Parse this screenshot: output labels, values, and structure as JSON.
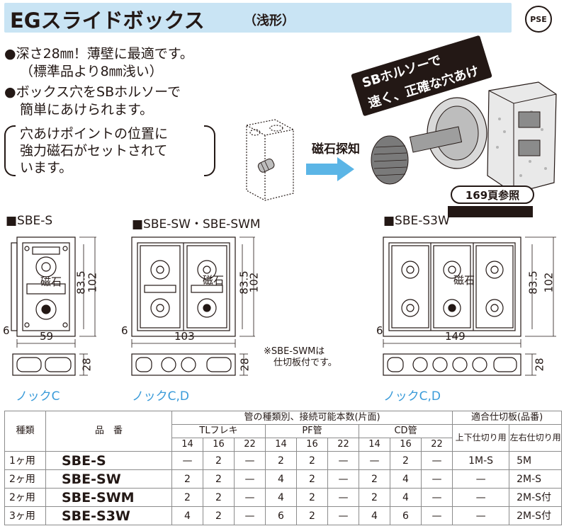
{
  "header": {
    "title": "EGスライドボックス",
    "subtitle": "（浅形）",
    "cert_mark": "PSE"
  },
  "features": [
    "●深さ28㎜！薄壁に最適です。",
    "（標準品より8㎜浅い）",
    "●ボックス穴をSBホルソーで",
    "簡単にあけられます。"
  ],
  "note": [
    "穴あけポイントの位置に",
    "強力磁石がセットされて",
    "います。"
  ],
  "callout": [
    "SBホルソーで",
    "速く、正確な穴あけ"
  ],
  "page_ref": "169頁参照",
  "magnet_detect": "磁石探知",
  "magnet_word": "磁石",
  "diagrams": {
    "sbe_s": {
      "label": "■SBE-S",
      "w": "59",
      "h1": "83.5",
      "h2": "102",
      "side": "6",
      "depth": "28",
      "knock": "ノックC"
    },
    "sbe_sw": {
      "label": "■SBE-SW・SBE-SWM",
      "w": "103",
      "h1": "83.5",
      "h2": "102",
      "side": "6",
      "depth": "28",
      "knock": "ノックC,D"
    },
    "sbe_s3w": {
      "label": "■SBE-S3W",
      "w": "149",
      "h1": "83.5",
      "h2": "102",
      "side": "6",
      "depth": "28",
      "knock": "ノックC,D"
    },
    "swm_note": [
      "※SBE-SWMは",
      "仕切板付です。"
    ]
  },
  "table": {
    "h_kind": "種類",
    "h_pn": "品　番",
    "h_pipes": "管の種類別、接続可能本数(片面)",
    "h_partition": "適合仕切板(品番)",
    "h_tl": "TLフレキ",
    "h_pf": "PF管",
    "h_cd": "CD管",
    "h_ud": "上下仕切り用",
    "h_lr": "左右仕切り用",
    "sizes": [
      "14",
      "16",
      "22",
      "14",
      "16",
      "22",
      "14",
      "16",
      "22"
    ],
    "rows": [
      {
        "kind": "1ヶ用",
        "pn": "SBE-S",
        "v": [
          "—",
          "2",
          "—",
          "2",
          "2",
          "—",
          "—",
          "2",
          "—"
        ],
        "ud": "1M-S",
        "lr": "5M"
      },
      {
        "kind": "2ヶ用",
        "pn": "SBE-SW",
        "v": [
          "2",
          "2",
          "—",
          "4",
          "2",
          "—",
          "2",
          "4",
          "—"
        ],
        "ud": "—",
        "lr": "2M-S"
      },
      {
        "kind": "2ヶ用",
        "pn": "SBE-SWM",
        "v": [
          "2",
          "2",
          "—",
          "4",
          "2",
          "—",
          "2",
          "4",
          "—"
        ],
        "ud": "—",
        "lr": "2M-S付"
      },
      {
        "kind": "3ヶ用",
        "pn": "SBE-S3W",
        "v": [
          "4",
          "2",
          "—",
          "6",
          "2",
          "—",
          "4",
          "6",
          "—"
        ],
        "ud": "—",
        "lr": "2M-S付"
      }
    ]
  },
  "colors": {
    "title_bg": "#c9e4f4",
    "knock": "#3a9bd9",
    "arrow": "#5bb5e6"
  }
}
